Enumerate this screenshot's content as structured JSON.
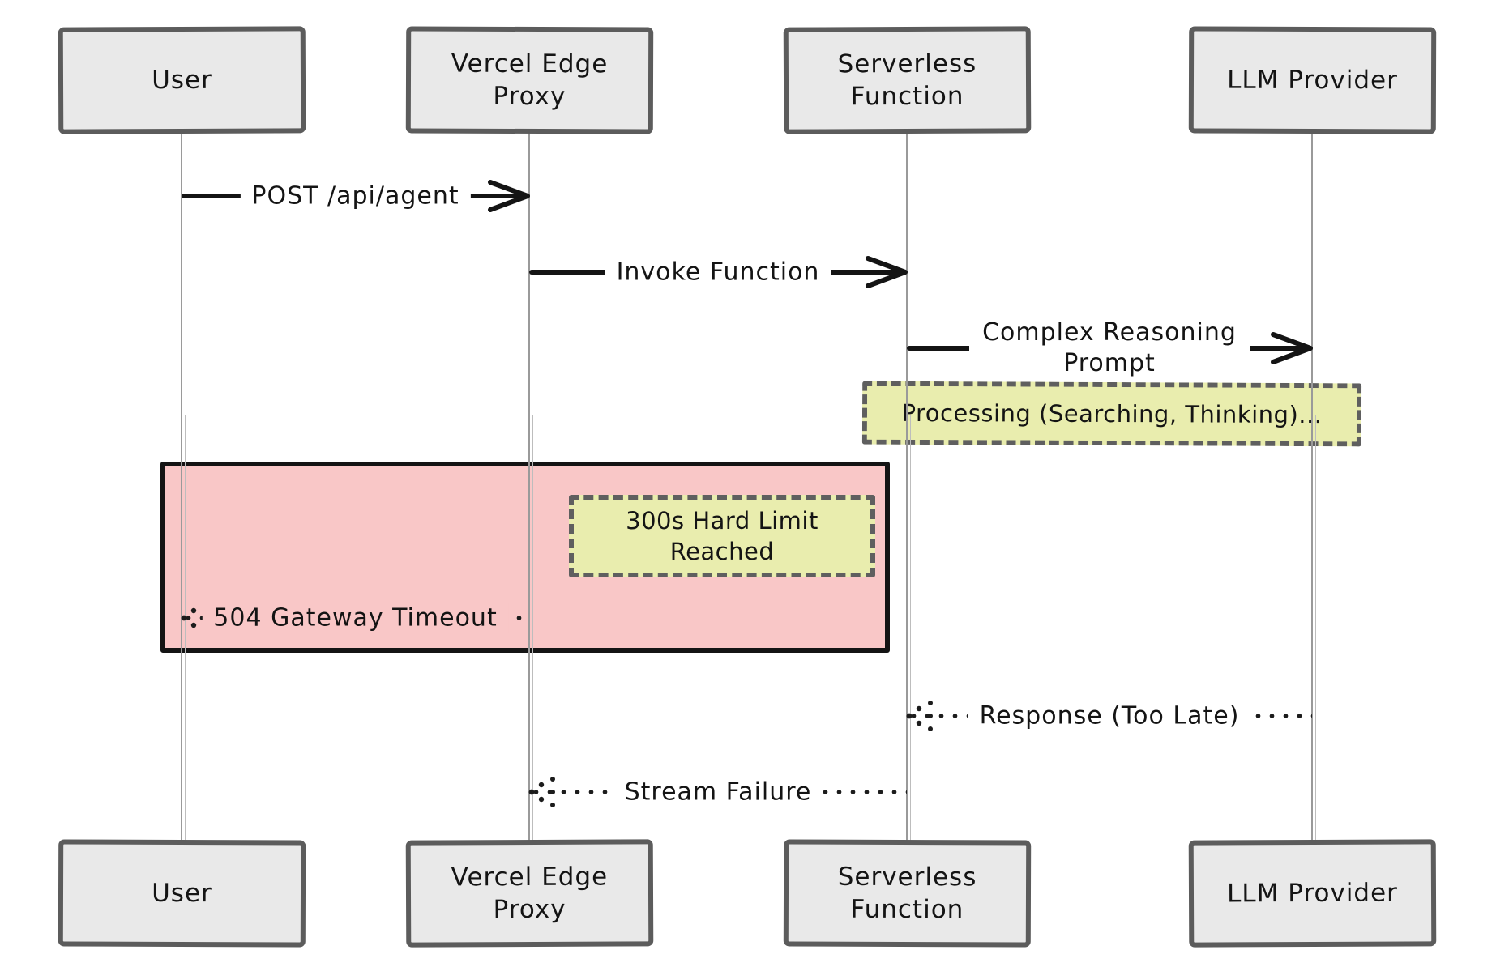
{
  "diagram": {
    "type": "sequence",
    "style": "hand-drawn",
    "actors": [
      {
        "label": "User"
      },
      {
        "label": "Vercel Edge Proxy"
      },
      {
        "label": "Serverless Function"
      },
      {
        "label": "LLM Provider"
      }
    ],
    "messages": {
      "post": {
        "label": "POST /api/agent",
        "from": "User",
        "to": "Vercel Edge Proxy",
        "line": "solid"
      },
      "invoke": {
        "label": "Invoke Function",
        "from": "Vercel Edge Proxy",
        "to": "Serverless Function",
        "line": "solid"
      },
      "complex": {
        "label": "Complex Reasoning Prompt",
        "from": "Serverless Function",
        "to": "LLM Provider",
        "line": "solid"
      },
      "timeout": {
        "label": "504 Gateway Timeout",
        "from": "Vercel Edge Proxy",
        "to": "User",
        "line": "dotted"
      },
      "response": {
        "label": "Response (Too Late)",
        "from": "LLM Provider",
        "to": "Serverless Function",
        "line": "dotted"
      },
      "stream": {
        "label": "Stream Failure",
        "from": "Serverless Function",
        "to": "Vercel Edge Proxy",
        "line": "dotted"
      }
    },
    "notes": {
      "processing": {
        "text": "Processing (Searching, Thinking)...",
        "border": "dashed"
      },
      "hard_limit": {
        "text": "300s Hard Limit Reached",
        "border": "dashed"
      }
    },
    "colors": {
      "background": "#ffffff",
      "ink": "#141414",
      "actor_fill": "#e9e9e9",
      "actor_border": "#5c5c5c",
      "lifeline": "#9a9a9a",
      "note_fill": "#e9edae",
      "note_border": "#5f5f5f",
      "critical_fill": "#f9c7c7",
      "critical_border": "#141414"
    }
  }
}
